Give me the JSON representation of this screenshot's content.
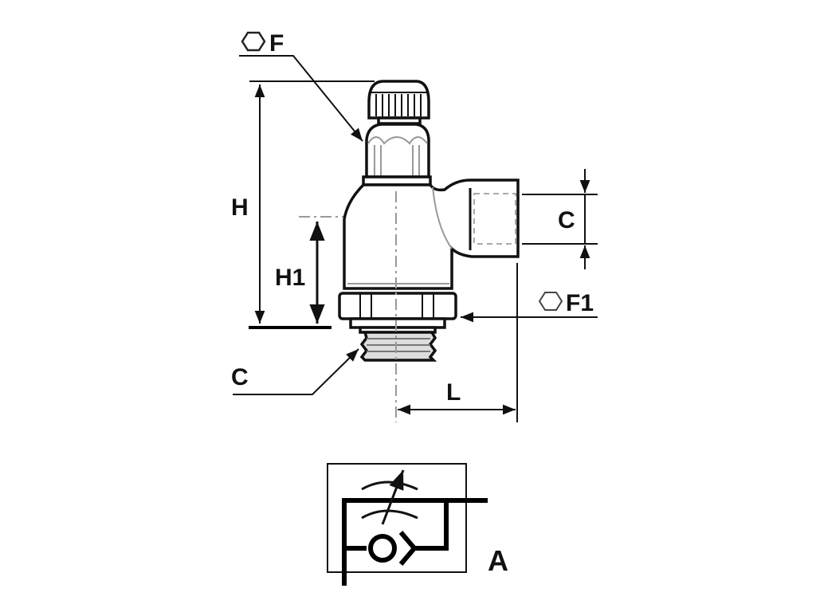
{
  "drawing": {
    "title": "Angled flow regulator with knurled adjustment screw - dimension drawing",
    "labels": {
      "hex_top": "F",
      "hex_side": "F1",
      "height_total": "H",
      "height_axis": "H1",
      "port_side": "C",
      "port_thread": "C",
      "length": "L",
      "symbol_variant": "A"
    },
    "icons": {
      "hex_top": "hexagon-icon",
      "hex_side": "hexagon-icon"
    },
    "colors": {
      "line": "#111111",
      "centerline": "#999999",
      "background": "#ffffff"
    }
  }
}
